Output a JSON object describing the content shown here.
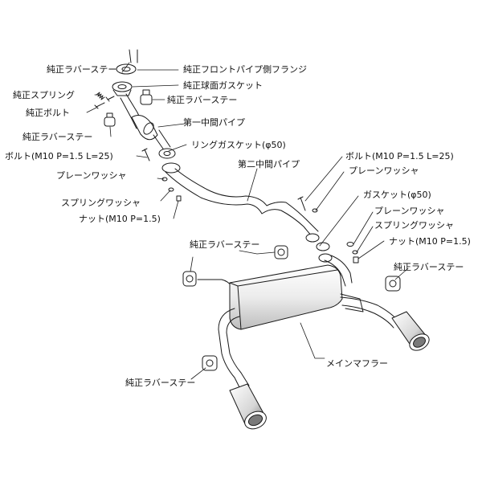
{
  "labels": {
    "rubber_stay_top": "純正ラバーステー",
    "front_pipe_flange": "純正フロントパイプ側フランジ",
    "spherical_gasket": "純正球面ガスケット",
    "spring": "純正スプリング",
    "rubber_stay_2": "純正ラバーステー",
    "bolt": "純正ボルト",
    "first_mid_pipe": "第一中間パイプ",
    "rubber_stay_3": "純正ラバーステー",
    "ring_gasket": "リングガスケット(φ50)",
    "bolt_left": "ボルト(M10 P=1.5 L=25)",
    "second_mid_pipe": "第二中間パイプ",
    "plain_washer_left": "プレーンワッシャ",
    "spring_washer_left": "スプリングワッシャ",
    "nut_left": "ナット(M10 P=1.5)",
    "bolt_right": "ボルト(M10 P=1.5 L=25)",
    "plain_washer_right": "プレーンワッシャ",
    "gasket_right": "ガスケット(φ50)",
    "plain_washer_right2": "プレーンワッシャ",
    "spring_washer_right": "スプリングワッシャ",
    "nut_right": "ナット(M10 P=1.5)",
    "rubber_stay_mid": "純正ラバーステー",
    "rubber_stay_right": "純正ラバーステー",
    "main_muffler": "メインマフラー",
    "rubber_stay_bottom": "純正ラバーステー"
  },
  "colors": {
    "line": "#1a1a1a",
    "text": "#111111",
    "pipe_fill": "#ffffff",
    "muffler_fill": "#f2f2f2",
    "shadow": "#9a9a9a"
  }
}
